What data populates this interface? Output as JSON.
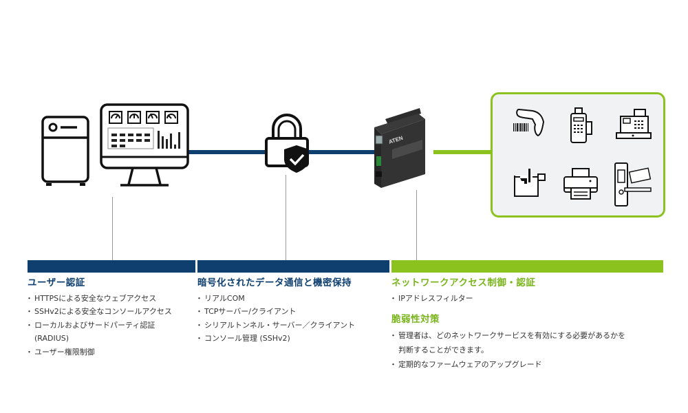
{
  "diagram": {
    "nodes": [
      {
        "id": "server",
        "icon": "server-icon"
      },
      {
        "id": "monitor",
        "icon": "monitoring-dashboard-icon"
      },
      {
        "id": "lock",
        "icon": "padlock-shield-check-icon"
      },
      {
        "id": "device",
        "icon": "serial-device-server-icon",
        "brand": "ATEN"
      },
      {
        "id": "serial-devices",
        "icon": "serial-devices-group"
      }
    ],
    "serial_devices": [
      {
        "icon": "barcode-scanner-icon"
      },
      {
        "icon": "card-payment-terminal-icon"
      },
      {
        "icon": "cash-register-icon"
      },
      {
        "icon": "industrial-machine-icon"
      },
      {
        "icon": "printer-icon"
      },
      {
        "icon": "door-lock-card-reader-icon"
      }
    ],
    "colors": {
      "blue": "#0e3f6e",
      "green": "#8cc21e"
    }
  },
  "sections": [
    {
      "title": "ユーザー認証",
      "color": "#0e3f6e",
      "items": [
        "HTTPSによる安全なウェブアクセス",
        "SSHv2による安全なコンソールアクセス",
        "ローカルおよびサードパーティ認証",
        "(RADIUS)",
        "ユーザー権限制御"
      ]
    },
    {
      "title": "暗号化されたデータ通信と機密保持",
      "color": "#0e3f6e",
      "items": [
        "リアルCOM",
        "TCPサーバー/クライアント",
        "シリアルトンネル・サーバー／クライアント",
        "コンソール管理 (SSHv2)"
      ]
    },
    {
      "title": "ネットワークアクセス制御・認証",
      "color": "#7ab51d",
      "items": [
        "IPアドレスフィルター"
      ]
    },
    {
      "title": "脆弱性対策",
      "color": "#7ab51d",
      "items": [
        "管理者は、どのネットワークサービスを有効にする必要があるかを",
        "判断することができます。",
        "定期的なファームウェアのアップグレード"
      ]
    }
  ]
}
